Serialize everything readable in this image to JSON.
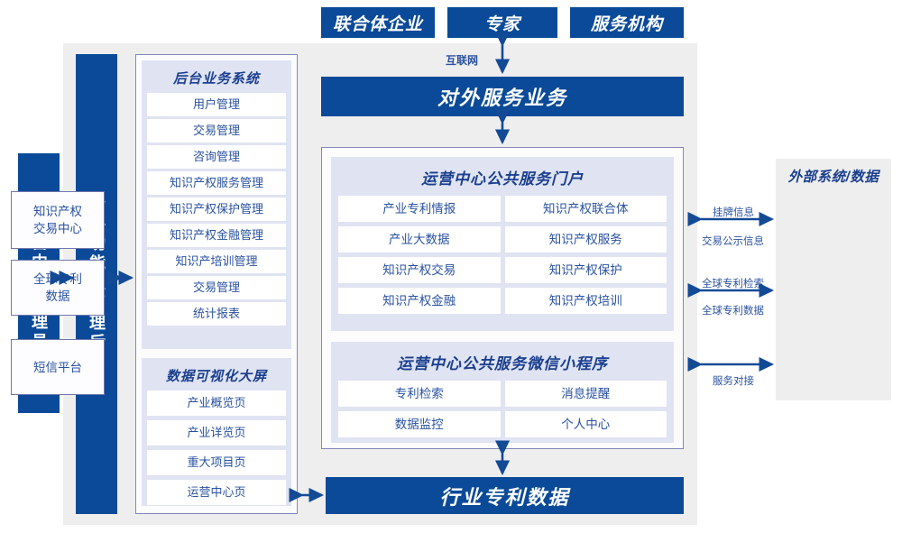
{
  "colors": {
    "primary_blue": "#0a4a98",
    "panel_lavender": "#dfe3f2",
    "container_grey": "#eeeeee",
    "text_blue": "#2a52a0"
  },
  "top_actors": [
    {
      "label": "联合体企业"
    },
    {
      "label": "专家"
    },
    {
      "label": "服务机构"
    }
  ],
  "connections": {
    "internet_label": "互联网"
  },
  "service_bar": {
    "label": "对外服务业务"
  },
  "bottom_bar": {
    "label": "行业专利数据"
  },
  "left_bars": [
    {
      "label": "运营中心管理员"
    },
    {
      "label": "公共功能及管理后台"
    }
  ],
  "backend_panel": {
    "groups": [
      {
        "title": "后台业务系统",
        "items": [
          "用户管理",
          "交易管理",
          "咨询管理",
          "知识产权服务管理",
          "知识产权保护管理",
          "知识产权金融管理",
          "知识产培训管理",
          "交易管理",
          "统计报表"
        ]
      },
      {
        "title": "数据可视化大屏",
        "items": [
          "产业概览页",
          "产业详览页",
          "重大项目页",
          "运营中心页"
        ]
      }
    ]
  },
  "center_panel": {
    "groups": [
      {
        "title": "运营中心公共服务门户",
        "items": [
          "产业专利情报",
          "知识产权联合体",
          "产业大数据",
          "知识产权服务",
          "知识产权交易",
          "知识产权保护",
          "知识产权金融",
          "知识产权培训"
        ]
      },
      {
        "title": "运营中心公共服务微信小程序",
        "items": [
          "专利检索",
          "消息提醒",
          "数据监控",
          "个人中心"
        ]
      }
    ]
  },
  "external_panel": {
    "title": "外部系统/数据",
    "boxes": [
      {
        "label": "知识产权\n交易中心"
      },
      {
        "label": "全球专利\n数据"
      },
      {
        "label": "短信平台"
      }
    ],
    "arrow_labels": [
      {
        "top": "挂牌信息",
        "bottom": "交易公示信息"
      },
      {
        "top": "全球专利检索",
        "bottom": "全球专利数据"
      },
      {
        "top": "",
        "bottom": "服务对接"
      }
    ]
  }
}
